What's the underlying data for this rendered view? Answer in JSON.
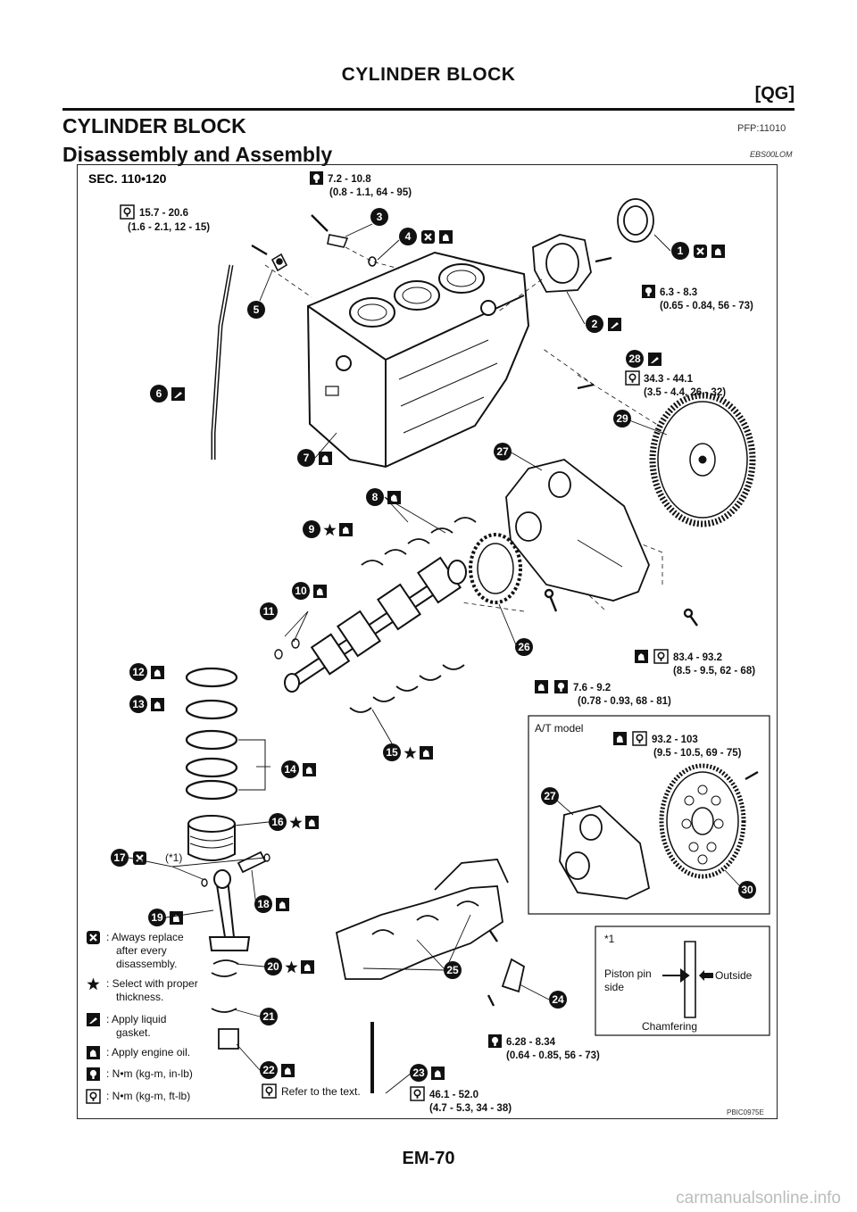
{
  "header": {
    "title": "CYLINDER BLOCK",
    "code": "[QG]"
  },
  "section": {
    "title": "CYLINDER BLOCK",
    "pfp": "PFP:11010",
    "subtitle": "Disassembly and Assembly",
    "ref": "EBS00LOM"
  },
  "figure": {
    "sec": "SEC. 110•120",
    "id": "PBIC0975E",
    "torques": [
      {
        "value": "7.2 - 10.8",
        "sub": "(0.8 - 1.1, 64 - 95)",
        "icon": "torque-in-lb-icon"
      },
      {
        "value": "15.7 - 20.6",
        "sub": "(1.6 - 2.1, 12 - 15)",
        "icon": "torque-ft-lb-icon"
      },
      {
        "value": "6.3 - 8.3",
        "sub": "(0.65 - 0.84, 56 - 73)",
        "icon": "torque-in-lb-icon"
      },
      {
        "value": "34.3 - 44.1",
        "sub": "(3.5 - 4.4, 26 - 32)",
        "icon": "torque-ft-lb-icon"
      },
      {
        "value": "83.4 - 93.2",
        "sub": "(8.5 - 9.5, 62 - 68)",
        "icon": "torque-ft-lb-icon"
      },
      {
        "value": "7.6 - 9.2",
        "sub": "(0.78 - 0.93, 68 - 81)",
        "icon": "torque-in-lb-icon"
      },
      {
        "value": "93.2 - 103",
        "sub": "(9.5 - 10.5, 69 - 75)",
        "icon": "torque-ft-lb-icon"
      },
      {
        "value": "6.28 - 8.34",
        "sub": "(0.64 - 0.85, 56 - 73)",
        "icon": "torque-in-lb-icon"
      },
      {
        "value": "46.1 - 52.0",
        "sub": "(4.7 - 5.3, 34 - 38)",
        "icon": "torque-ft-lb-icon"
      }
    ],
    "at_model": "A/T model",
    "star1": "(*1)",
    "piston": {
      "note": "*1",
      "pin_line1": "Piston pin",
      "pin_line2": "side",
      "outside": "Outside",
      "chamfer": "Chamfering"
    },
    "refer": "Refer to the text.",
    "callouts": [
      "1",
      "2",
      "3",
      "4",
      "5",
      "6",
      "7",
      "8",
      "9",
      "10",
      "11",
      "12",
      "13",
      "14",
      "15",
      "16",
      "17",
      "18",
      "19",
      "20",
      "21",
      "22",
      "23",
      "24",
      "25",
      "26",
      "27",
      "28",
      "29",
      "27",
      "30"
    ],
    "legend": [
      {
        "icon": "replace-icon",
        "line1": ": Always replace",
        "line2": "after every",
        "line3": "disassembly."
      },
      {
        "icon": "star-icon",
        "line1": ": Select with proper",
        "line2": "thickness.",
        "line3": ""
      },
      {
        "icon": "liquid-gasket-icon",
        "line1": ": Apply liquid",
        "line2": "gasket.",
        "line3": ""
      },
      {
        "icon": "engine-oil-icon",
        "line1": ": Apply engine oil.",
        "line2": "",
        "line3": ""
      },
      {
        "icon": "torque-in-lb-icon",
        "line1": ": N•m (kg-m, in-lb)",
        "line2": "",
        "line3": ""
      },
      {
        "icon": "torque-ft-lb-icon",
        "line1": ": N•m (kg-m, ft-lb)",
        "line2": "",
        "line3": ""
      }
    ]
  },
  "footer": {
    "page": "EM-70",
    "watermark": "carmanualsonline.info"
  }
}
